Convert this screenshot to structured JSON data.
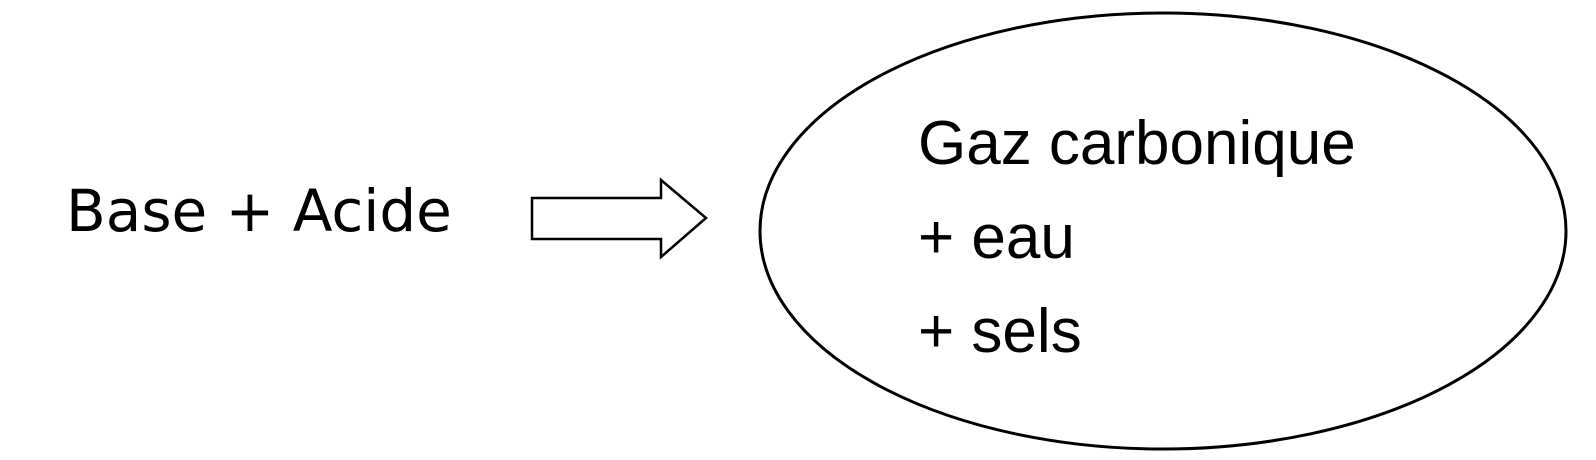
{
  "reactants": "Base + Acide",
  "products": [
    "Gaz carbonique",
    "+ eau",
    "+ sels"
  ],
  "colors": {
    "stroke": "#000000",
    "fill": "#ffffff",
    "text": "#000000"
  }
}
